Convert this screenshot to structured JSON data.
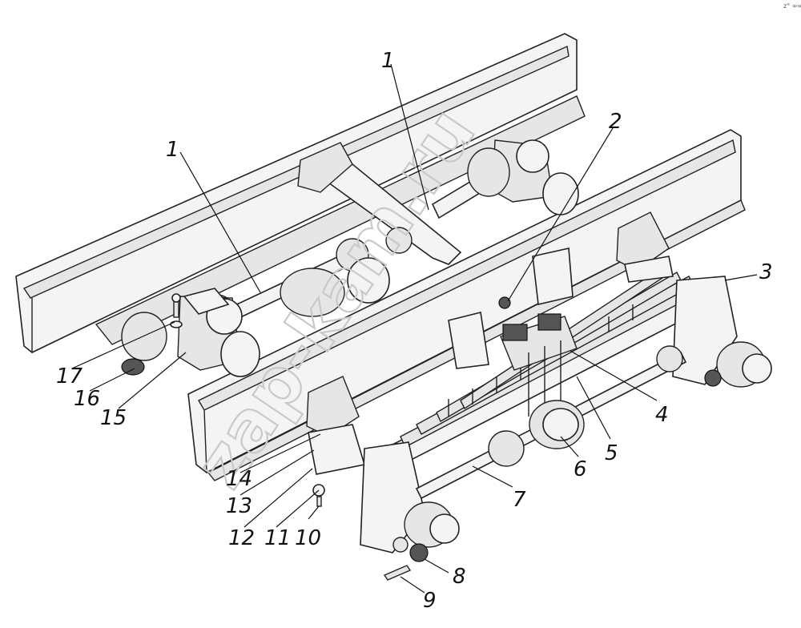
{
  "watermark": "zap-kam.ru",
  "corner_mark": "z° ∞∞",
  "callouts": [
    "1",
    "1",
    "2",
    "3",
    "4",
    "5",
    "6",
    "7",
    "8",
    "9",
    "10",
    "11",
    "12",
    "13",
    "14",
    "15",
    "16",
    "17"
  ],
  "colors": {
    "ink": "#111111",
    "fill": "#f4f4f4",
    "watermark": "#c9c9c9"
  }
}
